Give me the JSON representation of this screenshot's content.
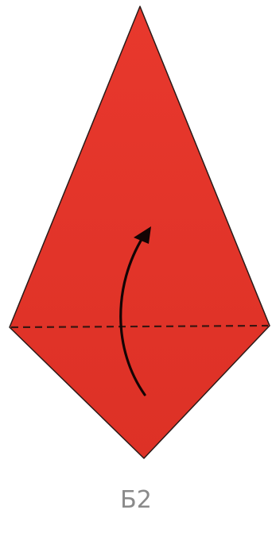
{
  "step": {
    "label": "Б2"
  },
  "colors": {
    "paper_fill": "#e5352b",
    "paper_edge": "#2a1a18",
    "fold_line": "#3a1510",
    "arrow": "#140404",
    "label": "#8a8a8a"
  },
  "icons": {
    "fold_arrow": "curved-arrow-up",
    "fold_line": "dashed-valley-fold-line"
  }
}
